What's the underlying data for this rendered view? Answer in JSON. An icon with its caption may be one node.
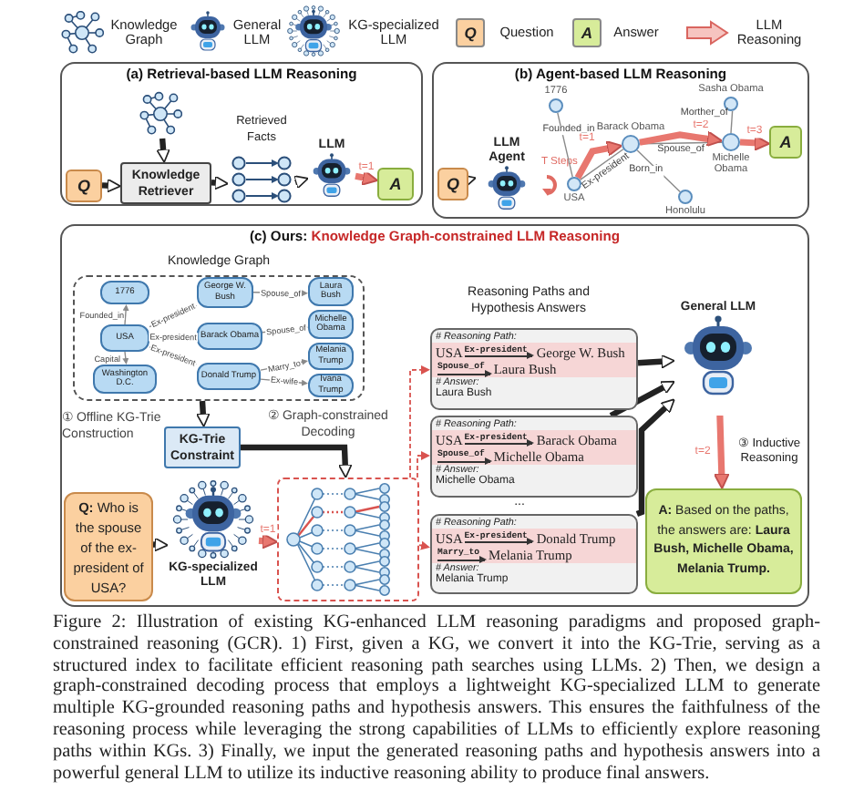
{
  "diagram": {
    "caption": "Figure 2: Illustration of existing KG-enhanced LLM reasoning paradigms and proposed graph-constrained reasoning (GCR). 1) First, given a KG, we convert it into the KG-Trie, serving as a structured index to facilitate efficient reasoning path searches using LLMs. 2) Then, we design a graph-constrained decoding process that employs a lightweight KG-specialized LLM to generate multiple KG-grounded reasoning paths and hypothesis answers. This ensures the faithfulness of the reasoning process while leveraging the strong capabilities of LLMs to efficiently explore reasoning paths within KGs. 3) Finally, we input the generated reasoning paths and hypothesis answers into a powerful general LLM to utilize its inductive reasoning ability to produce final answers.",
    "nodes": [
      {
        "text": [
          "(a) Retrieval-based LLM Reasoning"
        ]
      },
      {
        "text": [
          "Q"
        ],
        "in": 0
      },
      {
        "text": [],
        "shape": "picture",
        "in": 0
      },
      {
        "text": [
          "Knowledge Retriever"
        ],
        "in": 0
      },
      {
        "text": [
          "Retrieved Facts"
        ],
        "in": 0
      },
      {
        "text": [
          "LLM"
        ],
        "in": 0
      },
      {
        "text": [
          "A"
        ],
        "in": 0
      },
      {
        "text": [
          "(b) Agent-based LLM Reasoning"
        ]
      },
      {
        "text": [
          "Q"
        ],
        "in": 7
      },
      {
        "text": [
          "LLM Agent"
        ],
        "in": 7,
        "beside": [
          "T Steps"
        ]
      },
      {
        "text": [
          "1776"
        ],
        "in": 7
      },
      {
        "text": [
          "USA"
        ],
        "in": 7
      },
      {
        "text": [
          "Barack Obama"
        ],
        "in": 7
      },
      {
        "text": [
          "Honolulu"
        ],
        "in": 7
      },
      {
        "text": [
          "Sasha Obama"
        ],
        "in": 7
      },
      {
        "text": [
          "Michelle Obama"
        ],
        "in": 7
      },
      {
        "text": [
          "A"
        ],
        "in": 7
      },
      {
        "text": [
          "(c) Ours:",
          "Knowledge Graph-constrained LLM Reasoning"
        ]
      },
      {
        "text": [
          "Knowledge Graph"
        ],
        "in": 17
      },
      {
        "text": [
          "1776"
        ],
        "in": 18
      },
      {
        "text": [
          "USA"
        ],
        "in": 18
      },
      {
        "text": [
          "Washington D.C."
        ],
        "in": 18
      },
      {
        "text": [
          "George W. Bush"
        ],
        "in": 18
      },
      {
        "text": [
          "Barack Obama"
        ],
        "in": 18
      },
      {
        "text": [
          "Donald Trump"
        ],
        "in": 18
      },
      {
        "text": [
          "Laura Bush"
        ],
        "in": 18
      },
      {
        "text": [
          "Michelle Obama"
        ],
        "in": 18
      },
      {
        "text": [
          "Melania Trump"
        ],
        "in": 18
      },
      {
        "text": [
          "Ivana Trump"
        ],
        "in": 18
      },
      {
        "text": [
          "KG-Trie Constraint"
        ],
        "in": 17
      },
      {
        "text": [],
        "shape": "box",
        "in": 17
      },
      {
        "text": [
          "**Q:** Who is the spouse of the ex-president of USA?"
        ],
        "in": 17
      },
      {
        "text": [
          "KG-specialized LLM"
        ],
        "in": 17
      },
      {
        "text": [
          "# Reasoning Path:",
          "USA",
          "Ex-president",
          "George W. Bush",
          "Spouse_of",
          "Laura Bush",
          "# Answer:",
          "Laura Bush"
        ],
        "in": 17
      },
      {
        "text": [
          "# Reasoning Path:",
          "USA",
          "Ex-president",
          "Barack Obama",
          "Spouse_of",
          "Michelle Obama",
          "# Answer:",
          "Michelle Obama"
        ],
        "in": 17
      },
      {
        "text": [
          "# Reasoning Path:",
          "USA",
          "Ex-president",
          "Donald Trump",
          "Marry_to",
          "Melania Trump",
          "# Answer:",
          "Melania Trump"
        ],
        "in": 17
      },
      {
        "text": [
          "General LLM"
        ],
        "in": 17
      },
      {
        "text": [
          "**A:** Based on the paths, the answers are: **Laura Bush, Michelle Obama, Melania Trump.**"
        ],
        "in": 17
      }
    ],
    "edges": [
      {
        "from": 1,
        "to": 3,
        "arrow": "to",
        "style": "thick",
        "color": "#222222"
      },
      {
        "from": 2,
        "to": 3,
        "arrow": "to",
        "style": "thick",
        "color": "#222222"
      },
      {
        "from": 3,
        "to": 4,
        "arrow": "to",
        "style": "thick",
        "color": "#222222"
      },
      {
        "from": 4,
        "to": 5,
        "arrow": "to",
        "style": "thick",
        "color": "#222222"
      },
      {
        "from": 5,
        "to": 6,
        "arrow": "to",
        "label": "t=1",
        "style": "thick",
        "color": "#e8776f"
      },
      {
        "from": 8,
        "to": 9,
        "arrow": "to",
        "style": "thick",
        "color": "#222222"
      },
      {
        "from": 11,
        "to": 10,
        "arrow": "none",
        "label": "Founded_in"
      },
      {
        "from": 11,
        "to": 12,
        "arrow": "none",
        "label": "Ex-president"
      },
      {
        "from": 11,
        "to": 12,
        "arrow": "to",
        "label": "t=1",
        "style": "thick",
        "color": "#e8776f"
      },
      {
        "from": 12,
        "to": 13,
        "arrow": "none",
        "label": "Born_in"
      },
      {
        "from": 12,
        "to": 15,
        "arrow": "none",
        "label": "Spouse_of"
      },
      {
        "from": 12,
        "to": 15,
        "arrow": "to",
        "label": "t=2",
        "style": "thick",
        "color": "#e8776f"
      },
      {
        "from": 15,
        "to": 14,
        "arrow": "none",
        "label": "Morther_of"
      },
      {
        "from": 15,
        "to": 16,
        "arrow": "to",
        "label": "t=3",
        "style": "thick",
        "color": "#e8776f"
      },
      {
        "from": 20,
        "to": 19,
        "arrow": "to",
        "label": "Founded_in"
      },
      {
        "from": 20,
        "to": 21,
        "arrow": "to",
        "label": "Capital"
      },
      {
        "from": 20,
        "to": 22,
        "arrow": "to",
        "label": "Ex-president"
      },
      {
        "from": 20,
        "to": 23,
        "arrow": "to",
        "label": "Ex-president"
      },
      {
        "from": 20,
        "to": 24,
        "arrow": "to",
        "label": "Ex-president"
      },
      {
        "from": 22,
        "to": 25,
        "arrow": "to",
        "label": "Spouse_of"
      },
      {
        "from": 23,
        "to": 26,
        "arrow": "to",
        "label": "Spouse_of"
      },
      {
        "from": 24,
        "to": 27,
        "arrow": "to",
        "label": "Marry_to"
      },
      {
        "from": 24,
        "to": 28,
        "arrow": "to",
        "label": "Ex-wife"
      },
      {
        "from": 18,
        "to": 29,
        "arrow": "to",
        "label": "① Offline KG-Trie Construction",
        "style": "thick",
        "color": "#222222"
      },
      {
        "from": 29,
        "to": 30,
        "arrow": "to",
        "label": "② Graph-constrained Decoding",
        "style": "thick",
        "color": "#222222"
      },
      {
        "from": 31,
        "to": 32,
        "arrow": "to",
        "style": "thick",
        "color": "#222222"
      },
      {
        "from": 32,
        "to": 30,
        "arrow": "to",
        "label": "t=1",
        "style": "thick",
        "color": "#e8776f"
      },
      {
        "from": 30,
        "to": 33,
        "arrow": "to",
        "style": "dashed",
        "color": "#d9534f"
      },
      {
        "from": 30,
        "to": 34,
        "arrow": "to",
        "style": "dashed",
        "color": "#d9534f"
      },
      {
        "from": 30,
        "to": 35,
        "arrow": "to",
        "style": "dashed",
        "color": "#d9534f"
      },
      {
        "from": 33,
        "to": 36,
        "arrow": "to",
        "style": "thick",
        "color": "#222222"
      },
      {
        "from": 34,
        "to": 36,
        "arrow": "to",
        "style": "thick",
        "color": "#222222"
      },
      {
        "from": 35,
        "to": 36,
        "arrow": "to",
        "style": "thick",
        "color": "#222222"
      },
      {
        "from": 36,
        "to": 37,
        "arrow": "to",
        "label": "t=2",
        "style": "thick",
        "color": "#e8776f"
      }
    ],
    "labels": [
      "Q",
      "A",
      "Reasoning Paths and Hypothesis Answers",
      "...",
      "③ Inductive Reasoning"
    ],
    "legend": [
      {
        "text": "Knowledge Graph"
      },
      {
        "text": "General LLM"
      },
      {
        "text": "KG-specialized LLM"
      },
      {
        "text": "Question",
        "color": "#fbd0a0"
      },
      {
        "text": "Answer",
        "color": "#d7ec9a"
      },
      {
        "text": "LLM Reasoning"
      }
    ]
  }
}
